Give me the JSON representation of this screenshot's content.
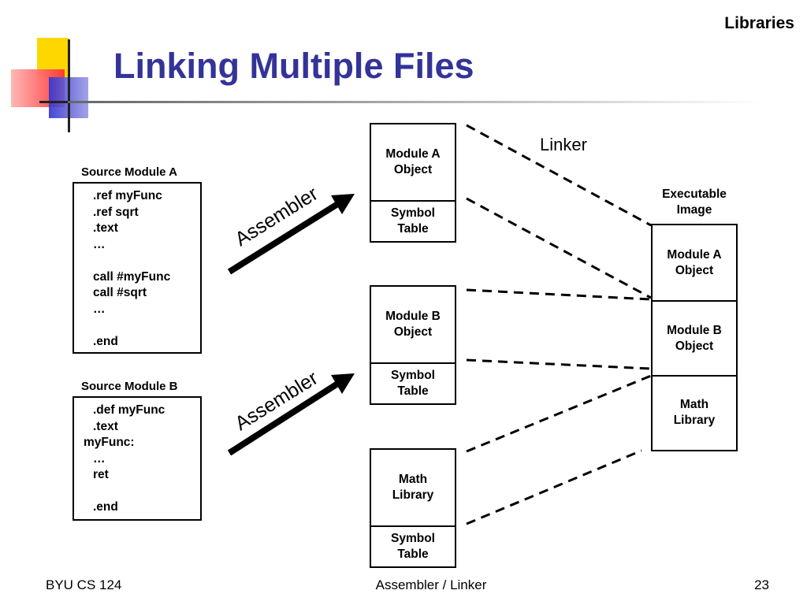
{
  "slide": {
    "section_label": "Libraries",
    "title": "Linking Multiple Files"
  },
  "source_a": {
    "label": "Source Module A",
    "lines": [
      ".ref myFunc",
      ".ref sqrt",
      ".text",
      "…",
      "",
      "call #myFunc",
      "call #sqrt",
      "…",
      "",
      ".end"
    ]
  },
  "source_b": {
    "label": "Source Module B",
    "lines": [
      ".def myFunc",
      ".text",
      "myFunc:",
      "…",
      "ret",
      "",
      ".end"
    ]
  },
  "assembler_label": "Assembler",
  "linker_label": "Linker",
  "object_a": {
    "object": "Module A\nObject",
    "table": "Symbol\nTable"
  },
  "object_b": {
    "object": "Module B\nObject",
    "table": "Symbol\nTable"
  },
  "object_math": {
    "object": "Math\nLibrary",
    "table": "Symbol\nTable"
  },
  "executable": {
    "label": "Executable\nImage",
    "sections": [
      "Module A\nObject",
      "Module B\nObject",
      "Math\nLibrary"
    ]
  },
  "footer": {
    "left": "BYU CS 124",
    "center": "Assembler / Linker",
    "page": "23"
  },
  "colors": {
    "title": "#333399",
    "deco_yellow": "#ffd700",
    "deco_red": "#ff3333",
    "deco_blue": "#3333cc"
  }
}
